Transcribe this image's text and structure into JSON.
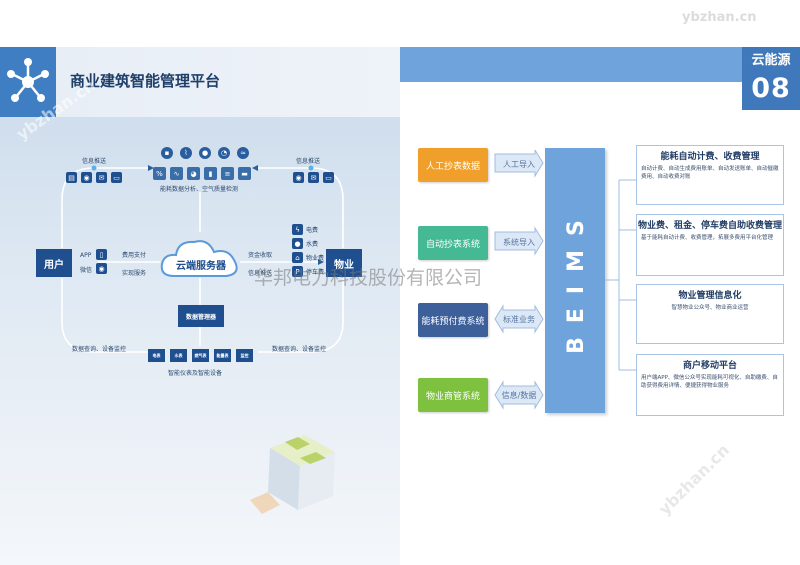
{
  "watermark": {
    "top": "ybzhan.cn",
    "left": "ybzhan.cn",
    "right": "ybzhan.cn",
    "center": "华邦电力科技股份有限公司"
  },
  "left": {
    "title": "商业建筑智能管理平台",
    "push_left": "信息推送",
    "push_right": "信息推送",
    "analysis": "能耗数据分析、空气质量检测",
    "user": "用户",
    "app": "APP",
    "wechat": "微信",
    "fee_pay": "费用支付",
    "service": "实现服务",
    "cloud": "云端服务器",
    "fund_collect": "资金收取",
    "info_push": "信息推送",
    "property": "物业",
    "fees": [
      "电费",
      "水费",
      "物业费",
      "停车费"
    ],
    "data_manager": "数据管理器",
    "query_left": "数据查询、设备监控",
    "query_right": "数据查询、设备监控",
    "devices": [
      "电表",
      "水表",
      "燃气表",
      "能量表",
      "监控"
    ],
    "device_caption": "智能仪表及智能设备"
  },
  "right": {
    "badge_title": "云能源",
    "badge_number": "08",
    "sources": [
      {
        "label": "人工抄表数据",
        "arrow": "人工导入",
        "color": "#f0a02a"
      },
      {
        "label": "自动抄表系统",
        "arrow": "系统导入",
        "color": "#45b894"
      },
      {
        "label": "能耗预付费系统",
        "arrow": "标准业务",
        "color": "#3d5f9a"
      },
      {
        "label": "物业商管系统",
        "arrow": "信息/数据",
        "color": "#7ec13f"
      }
    ],
    "core": "BEIMS",
    "features": [
      {
        "title": "能耗自动计费、收费管理",
        "desc": "自动计费、自动生成费用账单、自动发送账单、自动催缴费用、自动收费对账"
      },
      {
        "title": "物业费、租金、停车费自助收费管理",
        "desc": "基于能耗自动计费、收费管理，拓展多费用平台化管理"
      },
      {
        "title": "物业管理信息化",
        "desc": "智慧物业公众号、物业商业运营"
      },
      {
        "title": "商户移动平台",
        "desc": "用户端APP、微信公众号实现能耗可视化、自助缴费、自助获得费用详情、便捷获得物业服务"
      }
    ]
  }
}
